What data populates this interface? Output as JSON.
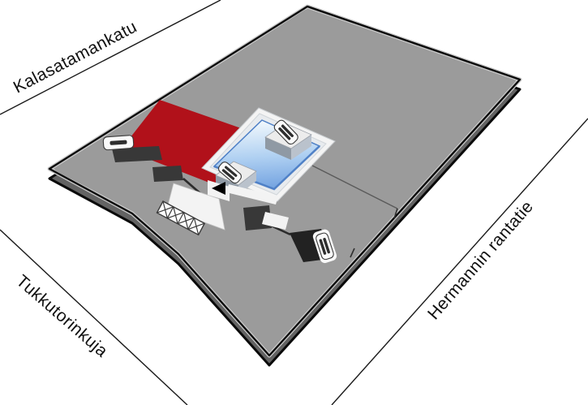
{
  "diagram": {
    "type": "isometric-site-plan",
    "streets": [
      {
        "id": "kalasatamankatu",
        "name": "Kalasatamankatu"
      },
      {
        "id": "tukkutorinkuja",
        "name": "Tukkutorinkuja"
      },
      {
        "id": "hermannin-rantatie",
        "name": "Hermannin rantatie"
      }
    ],
    "colors": {
      "background": "#ffffff",
      "deck_top": "#9b9b9b",
      "deck_side": "#636363",
      "deck_curb": "#c8c8c8",
      "outline": "#0a0a0a",
      "red_area": "#b1111a",
      "pool_frame": "#f4f4f4",
      "pool_rim": "#e8ebee",
      "water_light": "#f0f8fe",
      "water_mid": "#a9cdf2",
      "water_deep": "#6096dd",
      "water_edge": "#4d7fc6",
      "wall_dark": "#383838",
      "block_black": "#222222",
      "plaza_white": "#f3f3f3",
      "platform_top": "#ececec",
      "platform_side_dark": "#8f99a4",
      "platform_side_light": "#bac2cc",
      "symbol_white": "#fafafa",
      "symbol_dark": "#2e2e2e"
    }
  }
}
